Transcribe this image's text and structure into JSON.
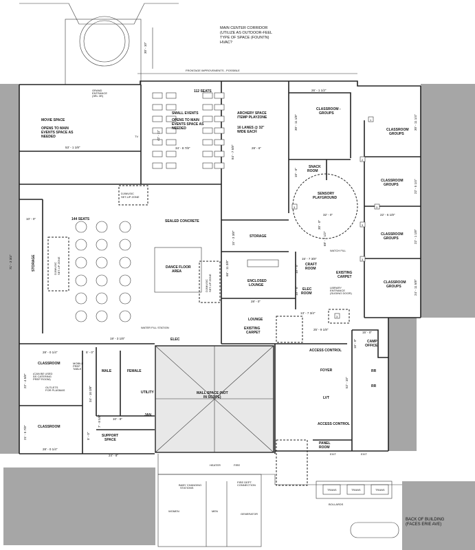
{
  "notes": {
    "corridor": [
      "MAIN CENTER CORRIDOR",
      "(UTILIZE AS OUTDOOR-FEEL",
      "TYPE OF SPACE (FOUNTN)",
      "HVAC?"
    ],
    "frontage": "FRONTAGE IMPROVEMENTS - POSSIBLE",
    "back_of_building": [
      "BACK OF BUILDING",
      "(FACES ERIE AVE)"
    ],
    "grand_entrance": [
      "GRAND",
      "ENTRANCE",
      "(3RL 3R)"
    ],
    "dj_top": [
      "DJ/MUSIC",
      "SET-UP ZONE"
    ],
    "watch_fill": "WATCH FILL"
  },
  "rooms": {
    "movie_space": [
      "MOVIE SPACE",
      "OPENS TO MAIN",
      "EVENTS SPACE AS",
      "NEEDED"
    ],
    "small_events_seats": "112 SEATS",
    "small_events": [
      "SMALL EVENTS",
      "OPENS TO MAIN",
      "EVENTS SPACE AS",
      "NEEDED"
    ],
    "tv": "TV",
    "archery": [
      "ARCHERY SPACE",
      "/TEMP PLAYZONE"
    ],
    "archery_lanes": [
      "16 LANES @ 32\"",
      "WIDE EACH"
    ],
    "classroom_groups": [
      "CLASSROOM -",
      "GROUPS"
    ],
    "snack_room": [
      "SNACK",
      "ROOM"
    ],
    "sensory": [
      "SENSORY",
      "PLAYGROUND"
    ],
    "classroom_groups_right": [
      "CLASSROOM",
      "GROUPS"
    ],
    "seats_144": "144 SEATS",
    "sealed_concrete": "SEALED CONCRETE",
    "storage_left": "STORAGE",
    "dj_left": [
      "DJ/MUSIC",
      "SET-UP ZONE"
    ],
    "dance_floor": [
      "DANCE FLOOR",
      "AREA"
    ],
    "dj_right": [
      "DJ/MUSIC",
      "SET-UP ZONE"
    ],
    "storage_mid": "STORAGE",
    "enclosed_lounge": [
      "ENCLOSED",
      "LOUNGE"
    ],
    "craft_room": [
      "CRAFT",
      "ROOM"
    ],
    "elec_room": [
      "ELEC",
      "ROOM"
    ],
    "existing_carpet": [
      "EXISTING",
      "CARPET"
    ],
    "library_note": [
      "LIBRARY",
      "ENTRANCE",
      "(SLIDING DOOR)"
    ],
    "lounge": "LOUNGE",
    "lounge_carpet": [
      "EXISTING",
      "CARPET"
    ],
    "camp_office": [
      "CAMP",
      "OFFICE"
    ],
    "access_control_1": "ACCESS CONTROL",
    "access_control_2": "ACCESS CONTROL",
    "foyer": "FOYER",
    "lvt": "LVT",
    "rr": "RR",
    "classroom": "CLASSROOM",
    "classroom_note": [
      "(CAN BE USED",
      "AS CATERING",
      "PREP ROOM)"
    ],
    "mobile_prep": [
      "MOBILE",
      "PREP",
      "TABLE"
    ],
    "outlets": [
      "OUTLETS",
      "FOR PLASMAS"
    ],
    "classroom_2": "CLASSROOM",
    "male": "MALE",
    "female": "FEMALE",
    "utility": "UTILITY",
    "jan": "JAN.",
    "support_space": [
      "SUPPORT",
      "SPACE"
    ],
    "mall_space": [
      "MALL SPACE (NOT",
      "IN SCOPE)"
    ],
    "panel_room": [
      "PANEL",
      "ROOM"
    ],
    "elec": "ELEC",
    "water_fill": "WATER FILL STATION",
    "heater": "HEATER",
    "fire": "FIRE",
    "riser_room": [
      "FIRE DEPT.",
      "CONNECTION"
    ],
    "baby_changing": [
      "BABY CHANGING",
      "STATIONS"
    ],
    "women": "WOMEN",
    "men": "MEN",
    "generator": "GENERATOR",
    "bollards": "BOLLARDS",
    "exit_left": "EXIT",
    "exit_right": "EXIT",
    "trans": [
      "TRANS",
      "TRANS",
      "TRANS"
    ]
  },
  "dims": {
    "d_top": "30' - 10\"",
    "d_movie": "53' - 1 1/8\"",
    "d_small": "34' - 8 7/8\"",
    "d_small_v": "42' - 11\"",
    "d_archery_v": "84' - 7 5/8\"",
    "d_archery": "28' - 6\"",
    "d_class_top": "26' - 1 1/2\"",
    "d_class_v": "30' - 11 1/8\"",
    "d_snack": "10' - 6\"",
    "d_sensory": "32' - 0\"",
    "d_sensory_v": "30' - 0\"",
    "d_right1": "30' - 11 1/4\"",
    "d_right2": "22' - 5 1/4\"",
    "d_right3": "22' - 6 1/8\"",
    "d_right4": "22' - 1 1/8\"",
    "d_right5": "24' - 11 5/8\"",
    "d_10": "10' - 0\"",
    "d_main_v": "71' - 3 3/4\"",
    "d_storage_v": "15' - 3 3/8\"",
    "d_lounge_v": "66' - 11 3/8\"",
    "d_28": "28' - 0\"",
    "d_craft": "15' - 7 3/8\"",
    "d_craft_v": "10' - 5\"",
    "d_elec_v": "10' - 6\"",
    "d_lib": "68' - 7 1/2\"",
    "d_13": "13' - 7 3/4\"",
    "d_25": "25' - 9 1/8\"",
    "d_15": "15' - 0\"",
    "d_camp_v": "16' - 0\"",
    "d_foyer_v": "52' - 10\"",
    "d_class_28a": "28' - 0 1/4\"",
    "d_class_v1": "22' - 4 5/8\"",
    "d_class_v2": "21' - 5 7/8\"",
    "d_class_28b": "28' - 0 1/4\"",
    "d_rest": "19' - 3 1/8\"",
    "d_rest_v": "34' - 10 3/8\"",
    "d_jan": "10' - 8\"",
    "d_jan_v": "7' - 8 5/8\"",
    "d_5": "5' - 0\"",
    "d_5b": "5' - 0\"",
    "d_24": "24' - 8\""
  },
  "tags": [
    "1",
    "2",
    "3",
    "3",
    "3",
    "3",
    "3"
  ]
}
